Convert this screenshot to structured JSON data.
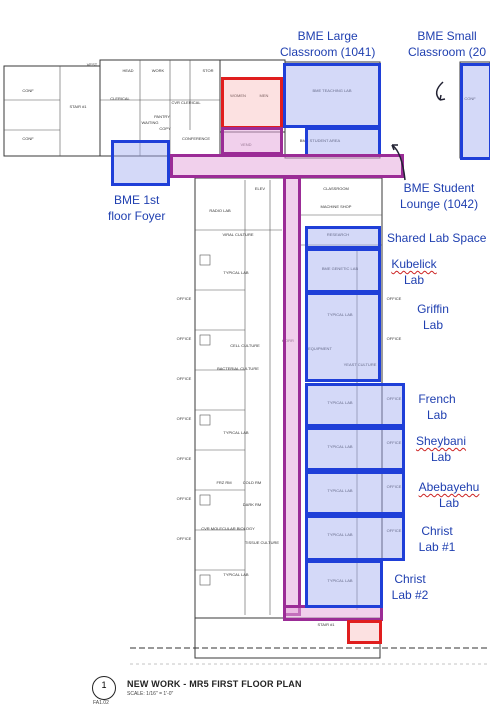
{
  "callouts": {
    "bme_large_classroom": "BME Large\nClassroom (1041)",
    "bme_small_classroom": "BME Small\nClassroom (20",
    "bme_foyer": "BME 1st\nfloor Foyer",
    "bme_student_lounge": "BME Student\nLounge (1042)",
    "shared_lab_space": "Shared Lab Space",
    "kubelick_lab_line1": "Kubelick",
    "kubelick_lab_line2": "Lab",
    "griffin_lab_line1": "Griffin",
    "griffin_lab_line2": "Lab",
    "french_lab_line1": "French",
    "french_lab_line2": "Lab",
    "sheybani_lab_line1": "Sheybani",
    "sheybani_lab_line2": "Lab",
    "abebayehu_lab_line1": "Abebayehu",
    "abebayehu_lab_line2": "Lab",
    "christ_lab1_line1": "Christ",
    "christ_lab1_line2": "Lab #1",
    "christ_lab2_line1": "Christ",
    "christ_lab2_line2": "Lab #2"
  },
  "title_block": {
    "number": "1",
    "sheet": "FA1.02",
    "title": "NEW WORK - MR5 FIRST FLOOR PLAN",
    "scale": "SCALE: 1/16\" = 1'-0\""
  },
  "room_labels": {
    "women": "WOMEN",
    "men": "MEN",
    "bme_teaching_lab": "BME TEACHING LAB",
    "conf": "CONF",
    "office": "OFFICE",
    "typical_lab": "TYPICAL LAB",
    "corr": "CORR",
    "stair": "STAIR #1",
    "research": "RESEARCH",
    "bme_genetic_lab": "BME GENETIC LAB",
    "equipment": "EQUIPMENT",
    "yeast_culture": "YEAST CULTURE",
    "cell_culture": "CELL CULTURE",
    "machine_shop": "MACHINE SHOP",
    "radio_lab": "RADIO LAB",
    "viral_culture": "VIRAL CULTURE",
    "molecular_biology": "CVR MOLECULAR BIOLOGY",
    "bacterial_culture": "BACTERIAL CULTURE",
    "frz_rm": "FRZ RM",
    "cold_rm": "COLD RM",
    "dark_rm": "DARK RM",
    "tissue_culture": "TISSUE CULTURE",
    "elev": "ELEV",
    "vend": "VEND",
    "clerical": "CLERICAL",
    "waiting": "WAITING",
    "conference": "CONFERENCE",
    "vest": "VEST",
    "head": "HEAD",
    "work": "WORK",
    "stor": "STOR",
    "pantry": "PANTRY",
    "copy": "COPY",
    "cvr_clerical": "CVR CLERICAL",
    "classroom": "CLASSROOM",
    "bme_student_area": "BME STUDENT AREA"
  },
  "colors": {
    "blue_outline": "#1f3fd8",
    "blue_fill": "#a0aaf0",
    "red_outline": "#e01e1e",
    "purple_outline": "#9b2c96",
    "callout_text": "#1f3fb0"
  }
}
